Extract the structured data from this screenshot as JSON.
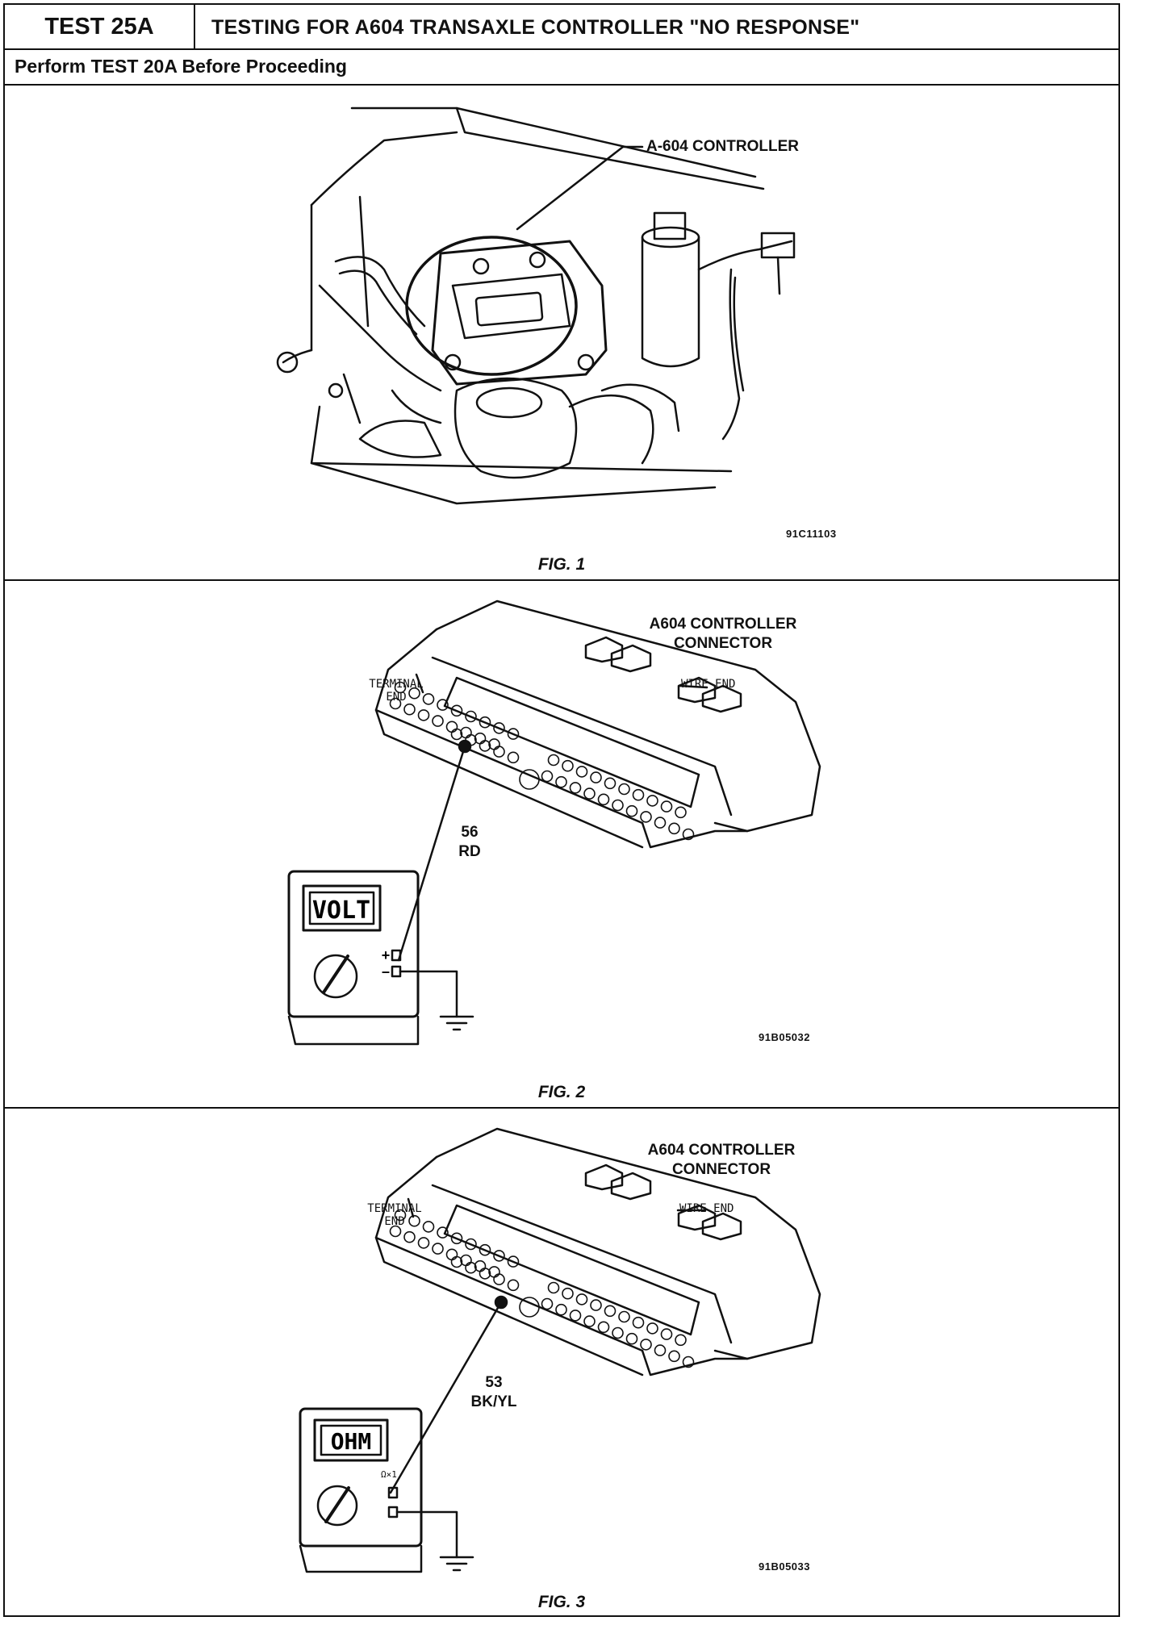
{
  "header": {
    "test_id": "TEST 25A",
    "title": "TESTING FOR A604 TRANSAXLE CONTROLLER \"NO RESPONSE\"",
    "prerequisite": "Perform TEST 20A Before Proceeding"
  },
  "figures": [
    {
      "caption": "FIG. 1",
      "code": "91C11103",
      "callout": "A-604 CONTROLLER"
    },
    {
      "caption": "FIG. 2",
      "code": "91B05032",
      "connector_label_line1": "A604 CONTROLLER",
      "connector_label_line2": "CONNECTOR",
      "terminal_end_line1": "TERMINAL",
      "terminal_end_line2": "END",
      "wire_end": "WIRE END",
      "wire_number": "56",
      "wire_color": "RD",
      "meter_display": "VOLT",
      "meter_plus": "+",
      "meter_minus": "–"
    },
    {
      "caption": "FIG. 3",
      "code": "91B05033",
      "connector_label_line1": "A604 CONTROLLER",
      "connector_label_line2": "CONNECTOR",
      "terminal_end_line1": "TERMINAL",
      "terminal_end_line2": "END",
      "wire_end": "WIRE END",
      "wire_number": "53",
      "wire_color": "BK/YL",
      "meter_display": "OHM",
      "meter_range": "Ω×1"
    }
  ]
}
